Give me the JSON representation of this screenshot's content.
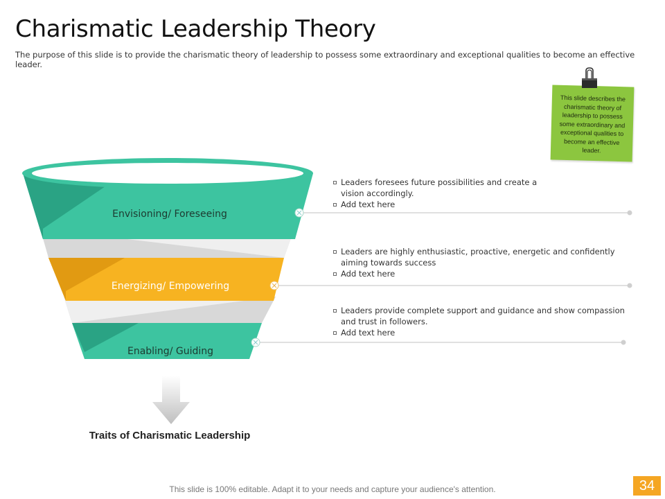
{
  "title": "Charismatic Leadership Theory",
  "subtitle": "The purpose of this slide is to provide the charismatic theory of leadership to possess some extraordinary and exceptional qualities to become an effective leader.",
  "note": "This slide describes the charismatic theory of leadership to possess some extraordinary and exceptional qualities to become an effective leader.",
  "stages": [
    {
      "label": "Envisioning/ Foreseeing",
      "bullets": [
        "Leaders foresees future possibilities and create a vision accordingly.",
        "Add text here"
      ],
      "color": "#3dbf9c"
    },
    {
      "label": "Energizing/ Empowering",
      "bullets": [
        "Leaders are highly enthusiastic, proactive, energetic and confidently aiming towards success",
        "Add text here"
      ],
      "color": "#f5ad1b"
    },
    {
      "label": "Enabling/ Guiding",
      "bullets": [
        "Leaders provide complete support and guidance and show compassion and trust in followers.",
        "Add text here"
      ],
      "color": "#3dbf9c"
    }
  ],
  "caption": "Traits of Charismatic Leadership",
  "footer": "This slide is 100% editable. Adapt it to your needs and capture your audience's attention.",
  "page_number": "34"
}
